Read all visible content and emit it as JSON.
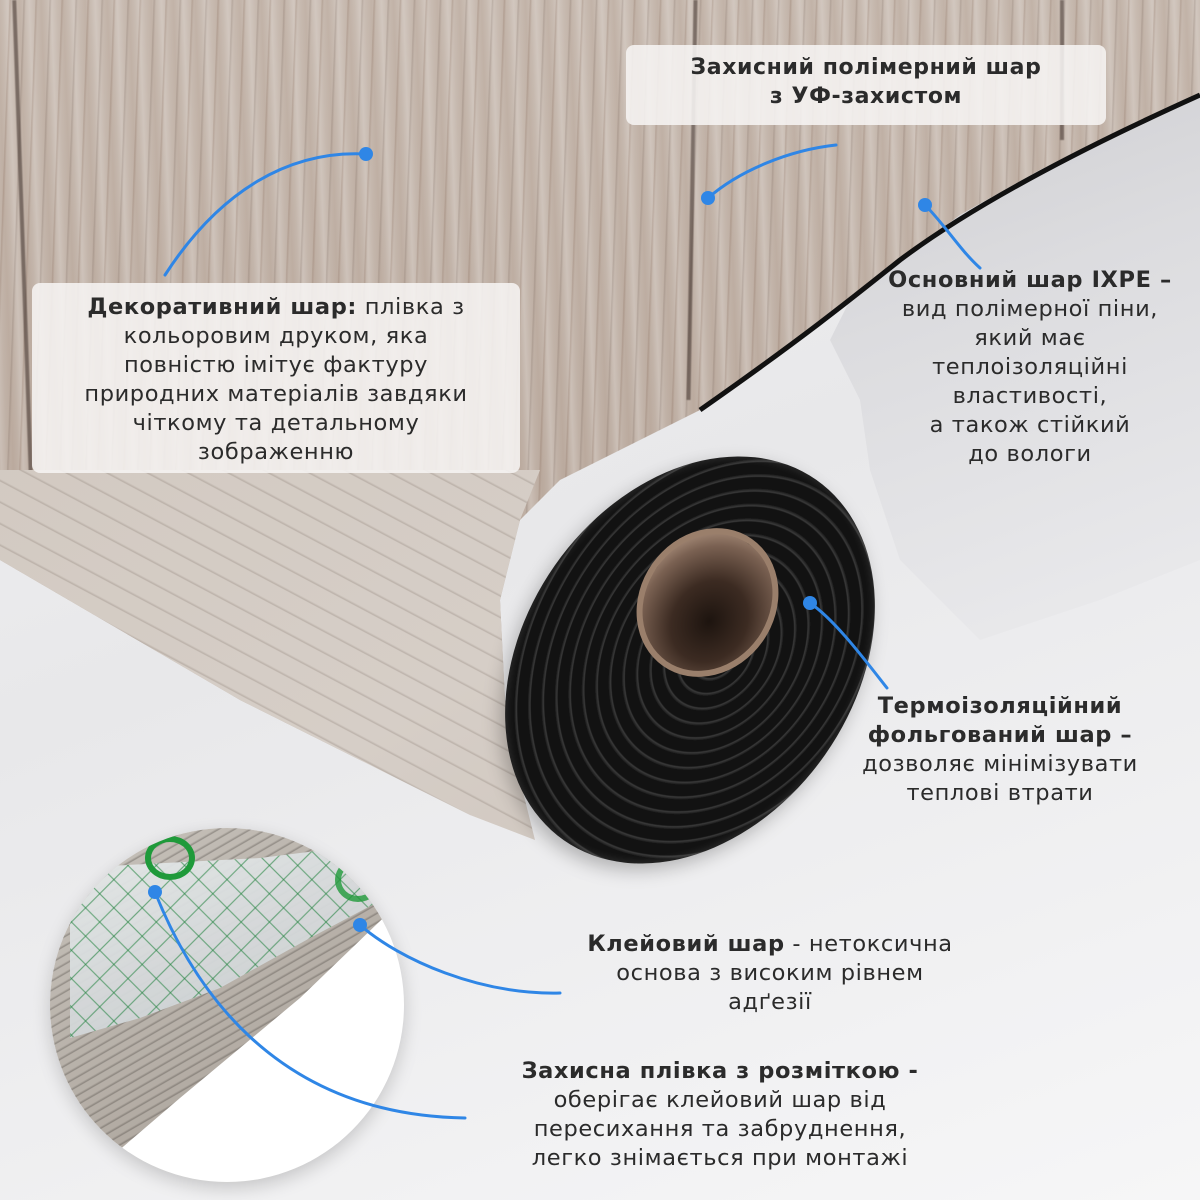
{
  "theme": {
    "accent_line": "#2f86e6",
    "text": "#2b2b2b",
    "roll_black": "#141414",
    "wood_light": "#c8bbb1",
    "logo_green": "#1f9a3a"
  },
  "callouts": {
    "uv_layer": {
      "title": "Захисний полімерний шар",
      "title_line2": "з УФ-захистом"
    },
    "decor_layer": {
      "bold": "Декоративний шар:",
      "text_line1": " плівка з",
      "line2": "кольоровим друком, яка",
      "line3": "повністю імітує фактуру",
      "line4": "природних матеріалів завдяки",
      "line5": "чіткому та детальному",
      "line6": "зображенню"
    },
    "ixpe_layer": {
      "bold": "Основний шар IXPE  –",
      "line2": "вид полімерної піни,",
      "line3": "який має",
      "line4": "теплоізоляційні",
      "line5": "властивості,",
      "line6": "а також стійкий",
      "line7": "до вологи"
    },
    "thermo_layer": {
      "bold1": "Термоізоляційний",
      "bold2": "фольгований шар  –",
      "line3": "дозволяє мінімізувати",
      "line4": "теплові втрати"
    },
    "glue_layer": {
      "bold": "Клейовий шар",
      "text_line1": " - нетоксична",
      "line2": "основа з високим рівнем",
      "line3": "адґезії"
    },
    "film_layer": {
      "bold": "Захисна плівка з розміткою -",
      "line2": "оберігає клейовий шар від",
      "line3": "пересихання та забруднення,",
      "line4": "легко знімається при монтажі"
    }
  }
}
